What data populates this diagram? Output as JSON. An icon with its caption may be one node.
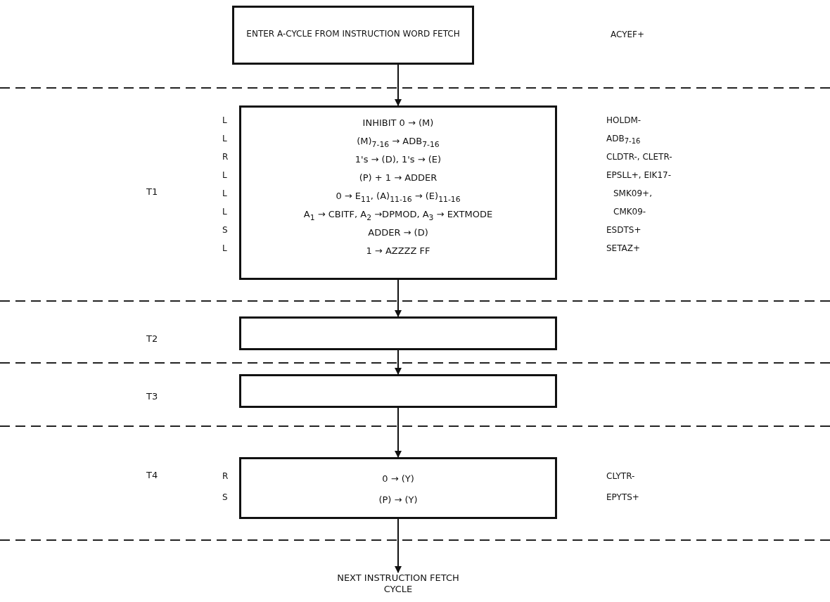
{
  "diagram": {
    "nodes": [
      {
        "text": [
          "ENTER A-CYCLE FROM INSTRUCTION WORD FETCH"
        ]
      },
      {
        "text": [
          "INHIBIT 0 → (M)",
          "(M)$_{7-16}$ → ADB$_{7-16}$",
          "1's → (D), 1's → (E)",
          "(P) + 1 → ADDER",
          "0 → E$_{11}$, (A)$_{11-16}$ → (E)$_{11-16}$",
          "A$_{1}$ → CBITF, A$_{2}$ →DPMOD, A$_{3}$ → EXTMODE",
          "ADDER → (D)",
          "1 → AZZZZ FF"
        ],
        "beside": [
          "L",
          "HOLDM-",
          "L",
          "ADB$_{7-16}$",
          "R",
          "CLDTR-, CLETR-",
          "L",
          "EPSLL+, EIK17-",
          "L",
          "SMK09+,",
          "L",
          "CMK09-",
          "S",
          "ESDTS+",
          "L",
          "SETAZ+"
        ]
      },
      {
        "text": [],
        "shape": "box"
      },
      {
        "text": [],
        "shape": "box"
      },
      {
        "text": [
          "0 → (Y)",
          "(P) → (Y)"
        ],
        "beside": [
          "R",
          "CLYTR-",
          "S",
          "EPYTS+"
        ]
      },
      {
        "text": [
          "NEXT INSTRUCTION FETCH CYCLE"
        ]
      }
    ],
    "edges": [
      {
        "from": 0,
        "to": 1,
        "arrow": "to"
      },
      {
        "from": 1,
        "to": 2,
        "arrow": "to"
      },
      {
        "from": 2,
        "to": 3,
        "arrow": "to"
      },
      {
        "from": 3,
        "to": 4,
        "arrow": "to"
      },
      {
        "from": 4,
        "to": 5,
        "arrow": "to"
      }
    ],
    "labels": [
      "ACYEF+",
      "T1",
      "T2",
      "T3",
      "T4"
    ]
  }
}
